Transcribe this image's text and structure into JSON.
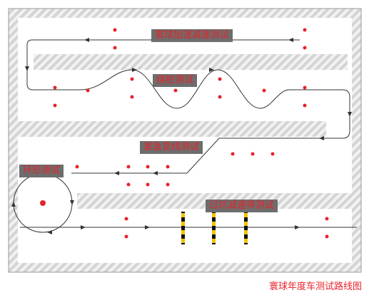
{
  "labels": {
    "accel_brake": "寰球加速减速测试",
    "slalom": "绕桩测试",
    "lane_change": "紧急变线测试",
    "circle": "环形测试",
    "rough_road": "过坑减速带测试"
  },
  "caption": "寰球年度车测试路线图",
  "colors": {
    "hatch": "#c9c9c9",
    "cone": "#e8232a",
    "path": "#333333",
    "label_bg": "#6d6d6d",
    "label_text": "#e8232a",
    "bump_yellow": "#f2c300",
    "bump_black": "#111111"
  }
}
